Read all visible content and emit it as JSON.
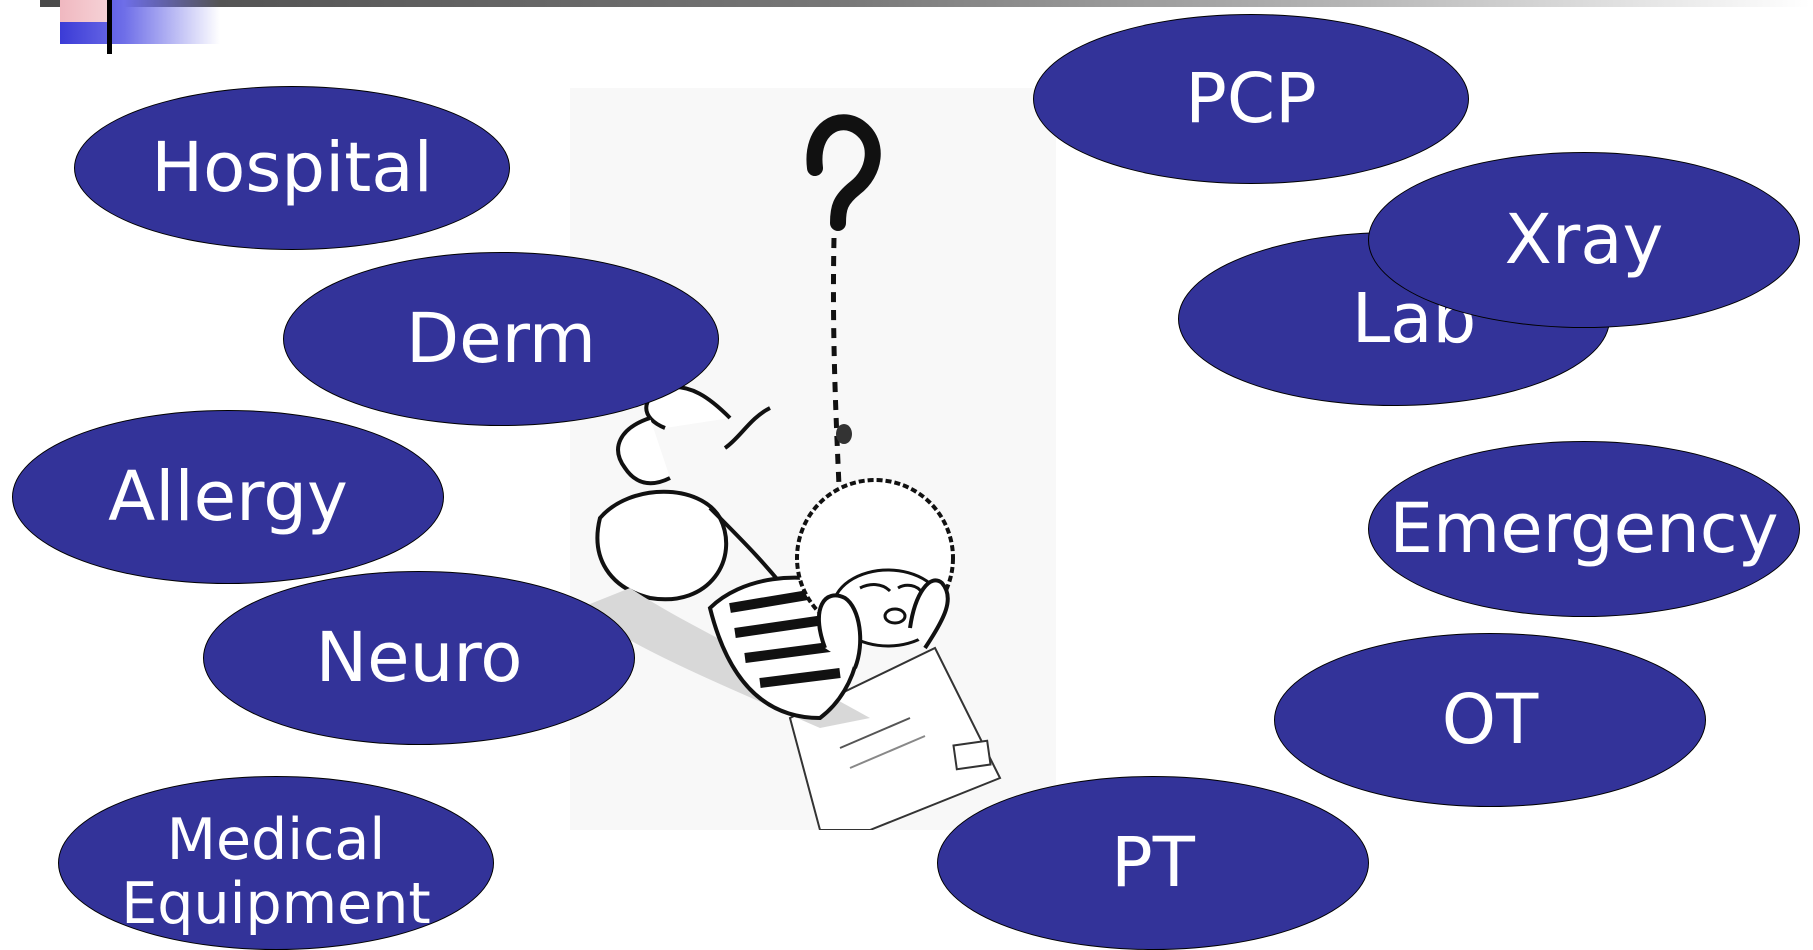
{
  "colors": {
    "bubble_fill": "#333399",
    "bubble_text": "#ffffff",
    "bubble_outline": "#000000",
    "accent_blue": "#3b3bd6"
  },
  "illustration": {
    "icon": "question-mark-cartoon-icon",
    "subject": "cartoon child lying on stomach with chin in hands, staring at a paper, question mark above"
  },
  "bubbles": {
    "hospital": "Hospital",
    "derm": "Derm",
    "allergy": "Allergy",
    "neuro": "Neuro",
    "medical_equipment_line1": "Medical",
    "medical_equipment_line2": "Equipment",
    "pcp": "PCP",
    "lab": "Lab",
    "xray": "Xray",
    "emergency": "Emergency",
    "ot": "OT",
    "pt": "PT"
  }
}
